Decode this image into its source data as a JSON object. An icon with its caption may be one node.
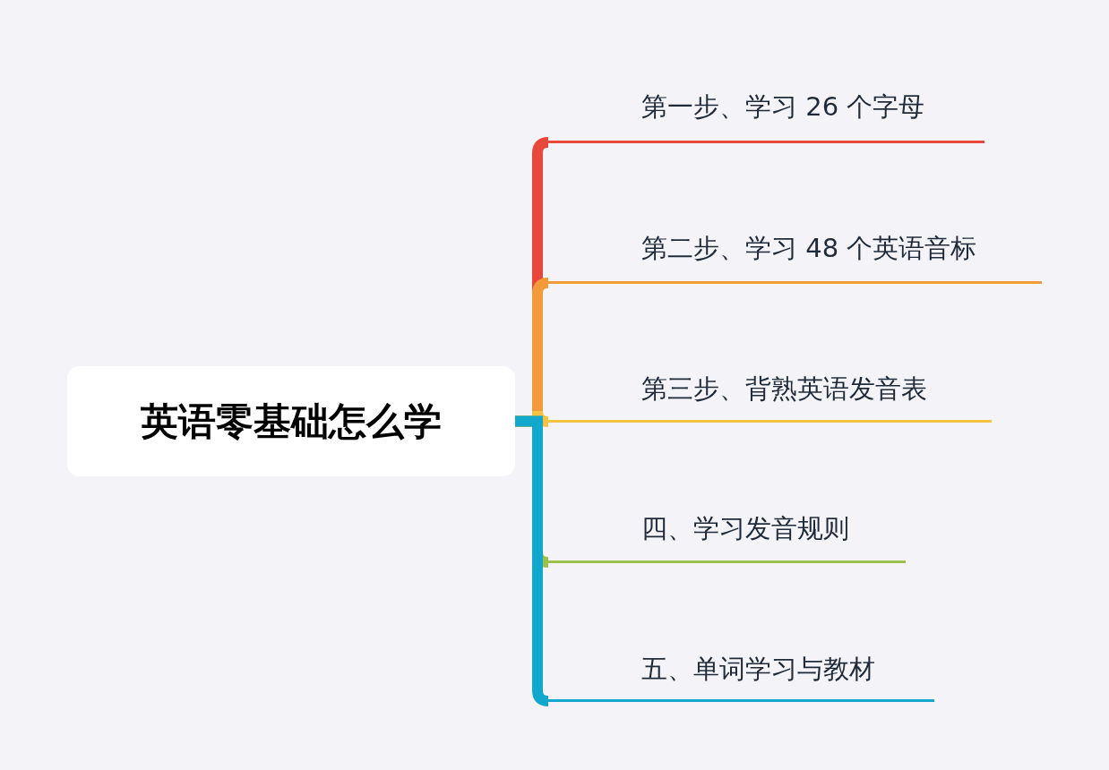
{
  "diagram": {
    "nodes": [
      {
        "text": [
          "英语零基础怎么学"
        ]
      },
      {
        "text": [
          "第一步、学习 26 个字母"
        ]
      },
      {
        "text": [
          "第二步、学习 48 个英语音标"
        ]
      },
      {
        "text": [
          "第三步、背熟英语发音表"
        ]
      },
      {
        "text": [
          "四、学习发音规则"
        ]
      },
      {
        "text": [
          "五、单词学习与教材"
        ]
      }
    ],
    "edges": [
      {
        "from": 0,
        "to": 1,
        "arrow": "none",
        "color": "#e8473b"
      },
      {
        "from": 0,
        "to": 2,
        "arrow": "none",
        "color": "#f39a3a"
      },
      {
        "from": 0,
        "to": 3,
        "arrow": "none",
        "color": "#f5c342"
      },
      {
        "from": 0,
        "to": 4,
        "arrow": "none",
        "color": "#9dbf4b"
      },
      {
        "from": 0,
        "to": 5,
        "arrow": "none",
        "color": "#12a7cc"
      }
    ]
  }
}
